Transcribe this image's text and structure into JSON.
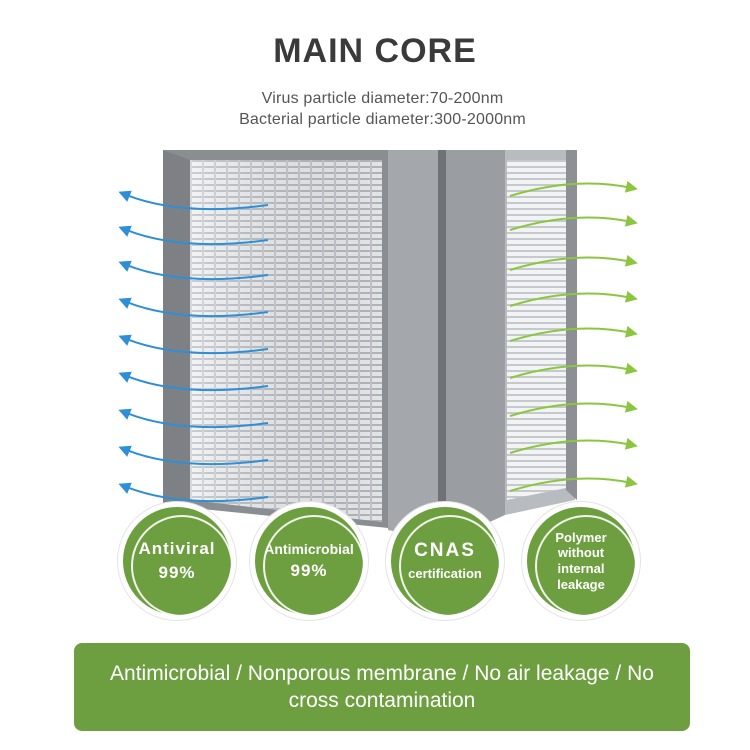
{
  "title": "MAIN CORE",
  "subtitle_lines": [
    "Virus particle diameter:70-200nm",
    "Bacterial particle diameter:300-2000nm"
  ],
  "badges": [
    {
      "line1": "Antiviral",
      "line2": "99%"
    },
    {
      "line1": "Antimicrobial",
      "line2": "99%"
    },
    {
      "line1": "CNAS",
      "line2": "certification"
    },
    {
      "lines": [
        "Polymer",
        "without",
        "internal",
        "leakage"
      ]
    }
  ],
  "banner_text": "Antimicrobial / Nonporous membrane / No air leakage / No cross contamination",
  "colors": {
    "green": "#6d9e3f",
    "title": "#3a3a3a",
    "arrow_blue": "#2f8fd6",
    "arrow_green": "#8cc63f",
    "frame_gray": "#8a8d91"
  },
  "icons": [
    "blue-airflow-arrow-icon",
    "green-airflow-arrow-icon"
  ]
}
